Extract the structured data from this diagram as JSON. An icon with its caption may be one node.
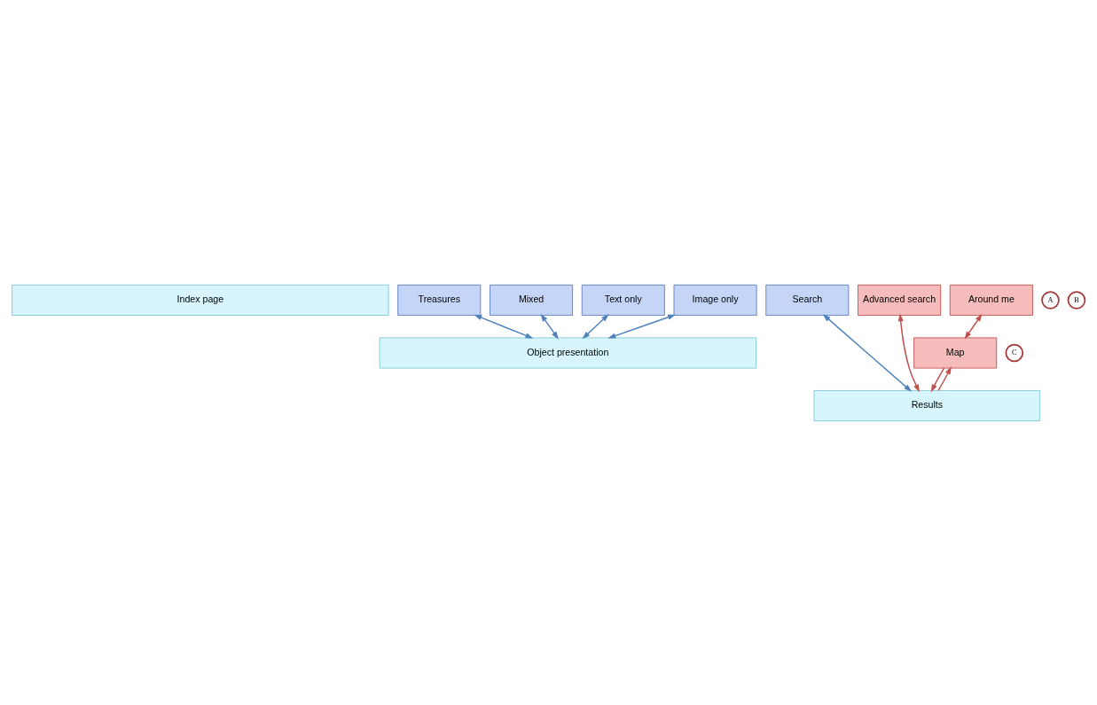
{
  "diagram": {
    "nodes": [
      {
        "text": [
          "Index page"
        ]
      },
      {
        "text": [
          "Treasures"
        ]
      },
      {
        "text": [
          "Search"
        ]
      },
      {
        "text": [
          "Advanced search"
        ]
      },
      {
        "text": [
          "A"
        ]
      },
      {
        "text": [
          "Around me"
        ]
      },
      {
        "text": [
          "B"
        ]
      },
      {
        "text": [
          "Map"
        ]
      },
      {
        "text": [
          "C"
        ]
      },
      {
        "text": [
          "Results"
        ]
      },
      {
        "text": [
          "Mixed"
        ]
      },
      {
        "text": [
          "Text only"
        ]
      },
      {
        "text": [
          "Image only"
        ]
      },
      {
        "text": [
          "Object presentation"
        ]
      }
    ],
    "edges": [
      {
        "from": 1,
        "to": 13,
        "arrow": "both"
      },
      {
        "from": 2,
        "to": 9,
        "arrow": "both"
      },
      {
        "from": 3,
        "to": 9,
        "arrow": "both",
        "color": "#c0504d"
      },
      {
        "from": 5,
        "to": 7,
        "arrow": "both",
        "color": "#c0504d"
      },
      {
        "from": 9,
        "to": 7,
        "arrow": "to",
        "color": "#c0504d"
      },
      {
        "from": 7,
        "to": 9,
        "arrow": "to",
        "color": "#c0504d"
      },
      {
        "from": 10,
        "to": 13,
        "arrow": "both"
      },
      {
        "from": 11,
        "to": 13,
        "arrow": "both"
      },
      {
        "from": 12,
        "to": 13,
        "arrow": "both"
      }
    ]
  }
}
